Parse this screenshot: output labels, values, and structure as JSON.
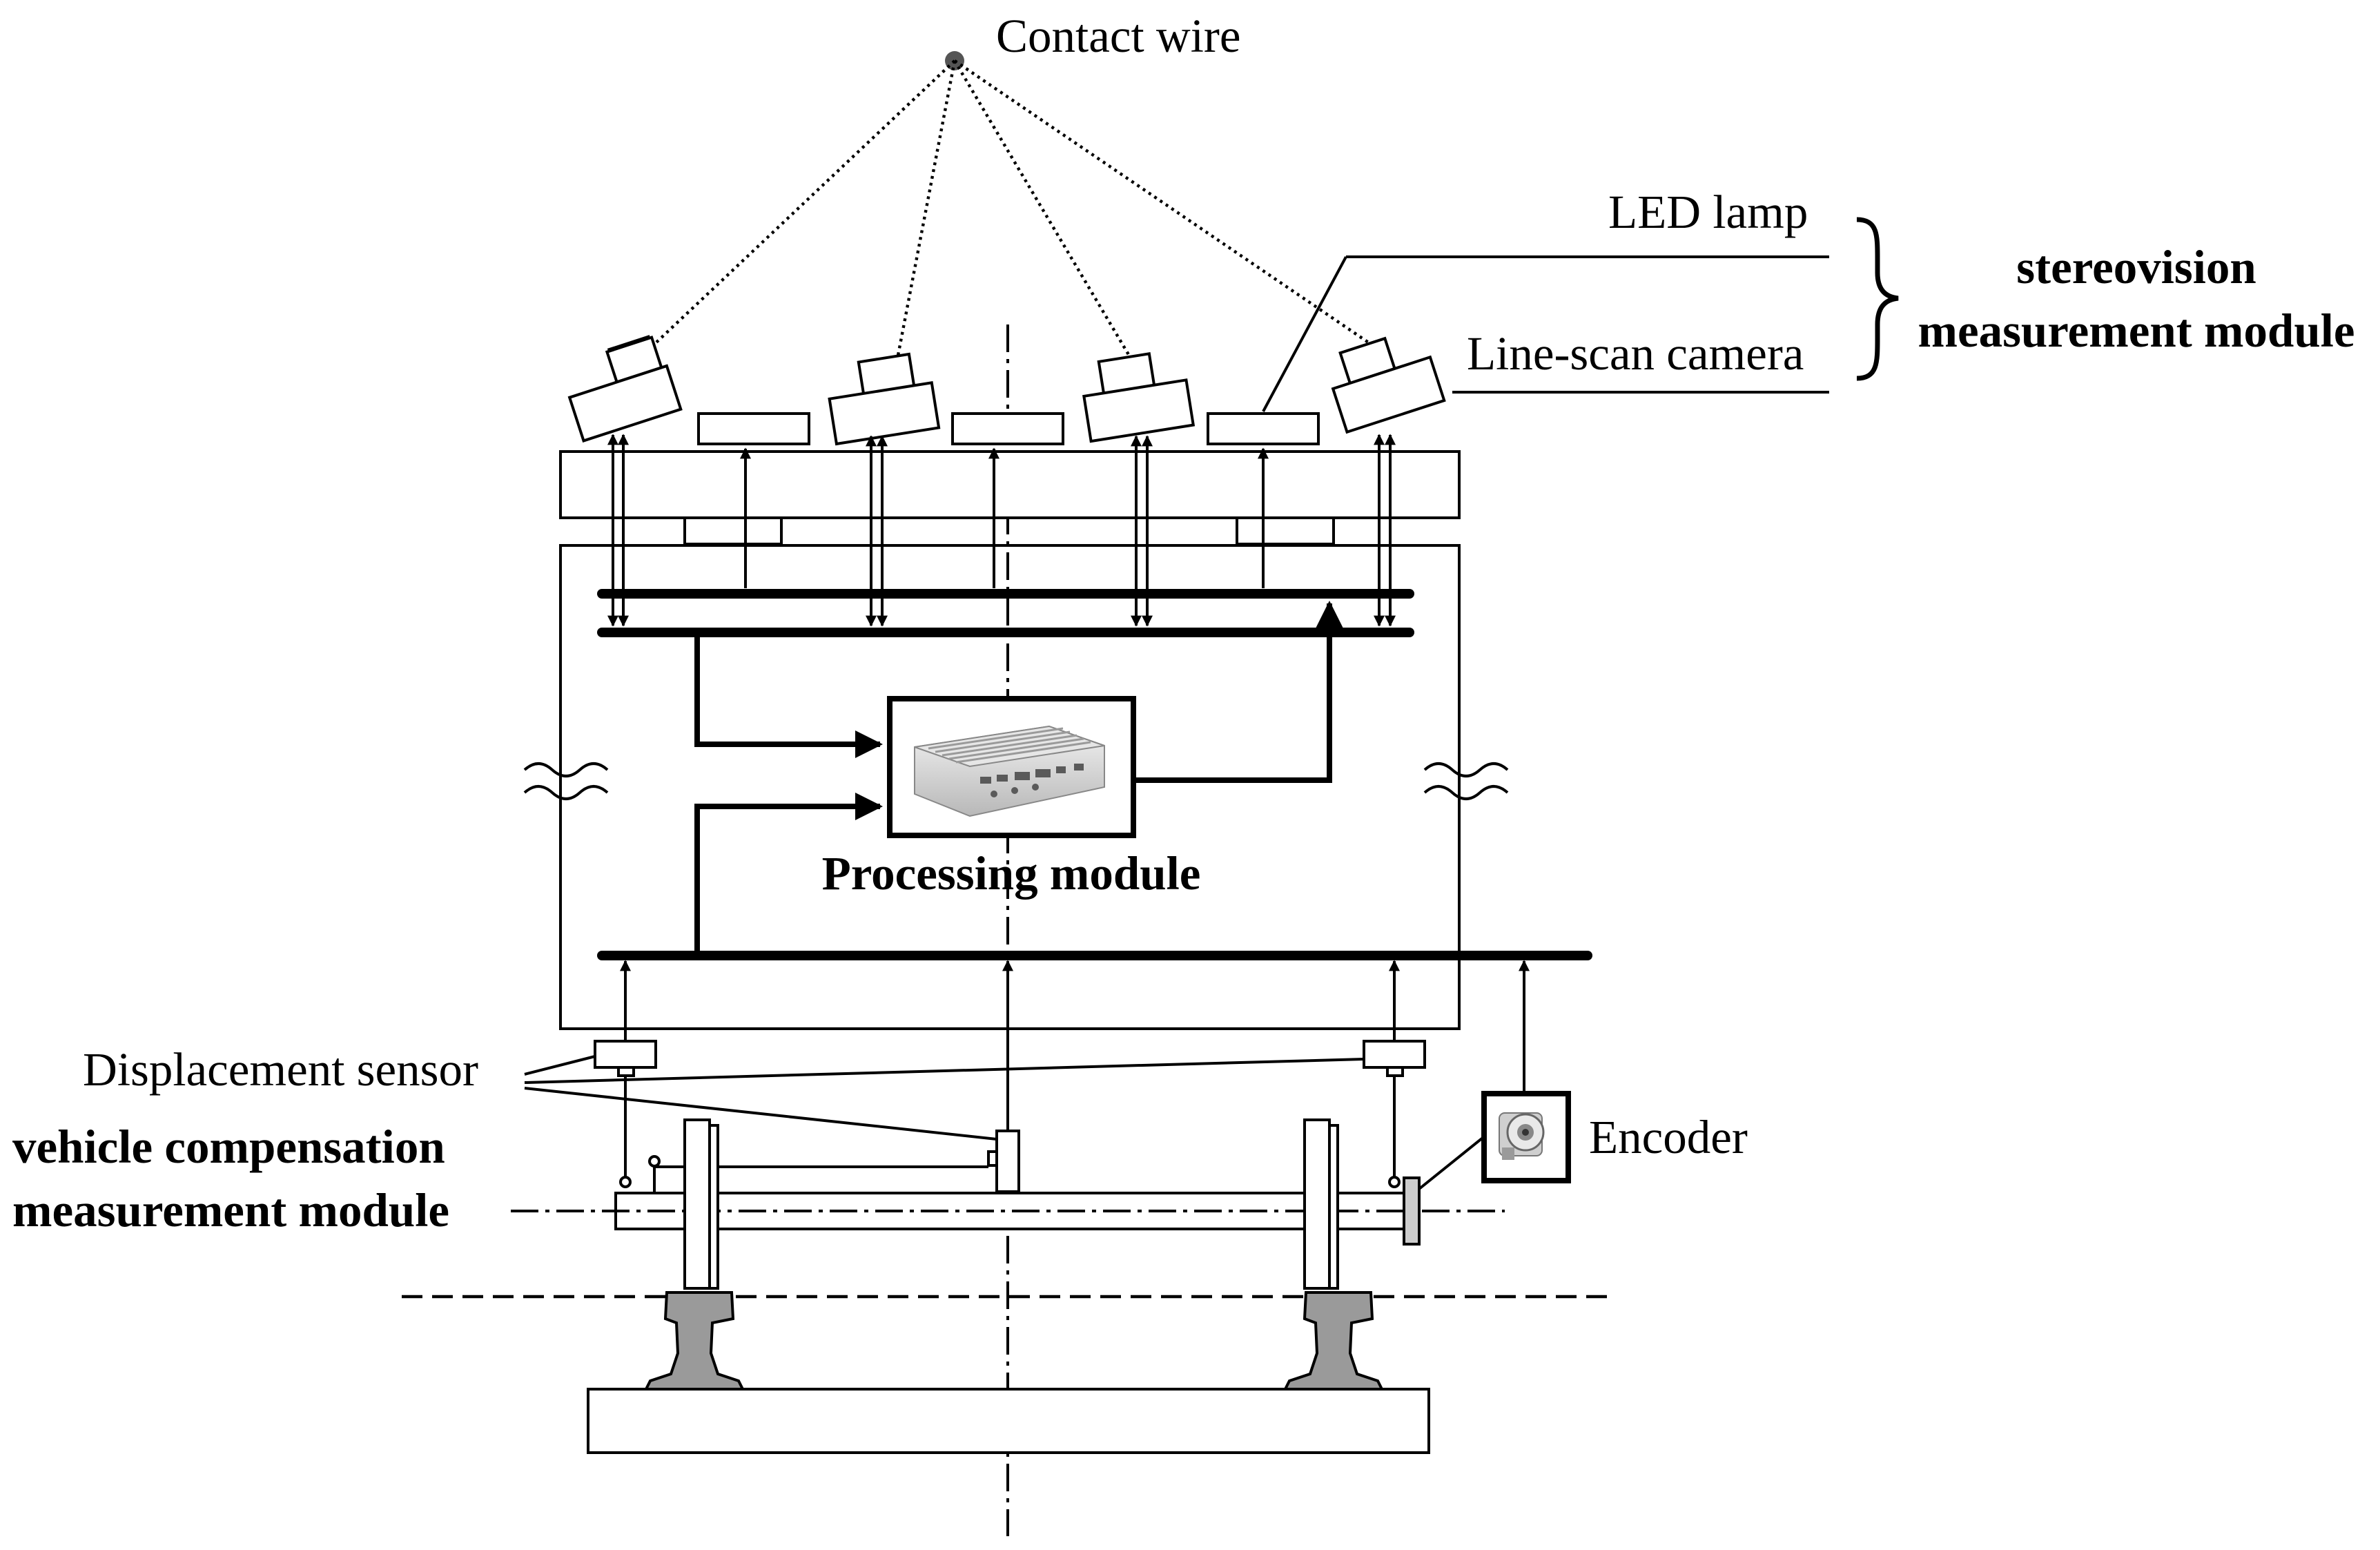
{
  "labels": {
    "contact_wire": "Contact wire",
    "led_lamp": "LED lamp",
    "line_scan_camera": "Line-scan camera",
    "stereovision_line1": "stereovision",
    "stereovision_line2": "measurement module",
    "processing_module": "Processing module",
    "displacement_sensor": "Displacement sensor",
    "vehicle_comp_line1": "vehicle compensation",
    "vehicle_comp_line2": "measurement module",
    "encoder": "Encoder"
  },
  "icons": {
    "industrial_pc": "industrial-pc-icon",
    "rotary_encoder": "rotary-encoder-icon",
    "rail": "rail-profile-icon"
  },
  "colors": {
    "line": "#000000",
    "background": "#ffffff",
    "device_grey": "#d9d9d9",
    "rail_grey": "#9a9a9a"
  }
}
